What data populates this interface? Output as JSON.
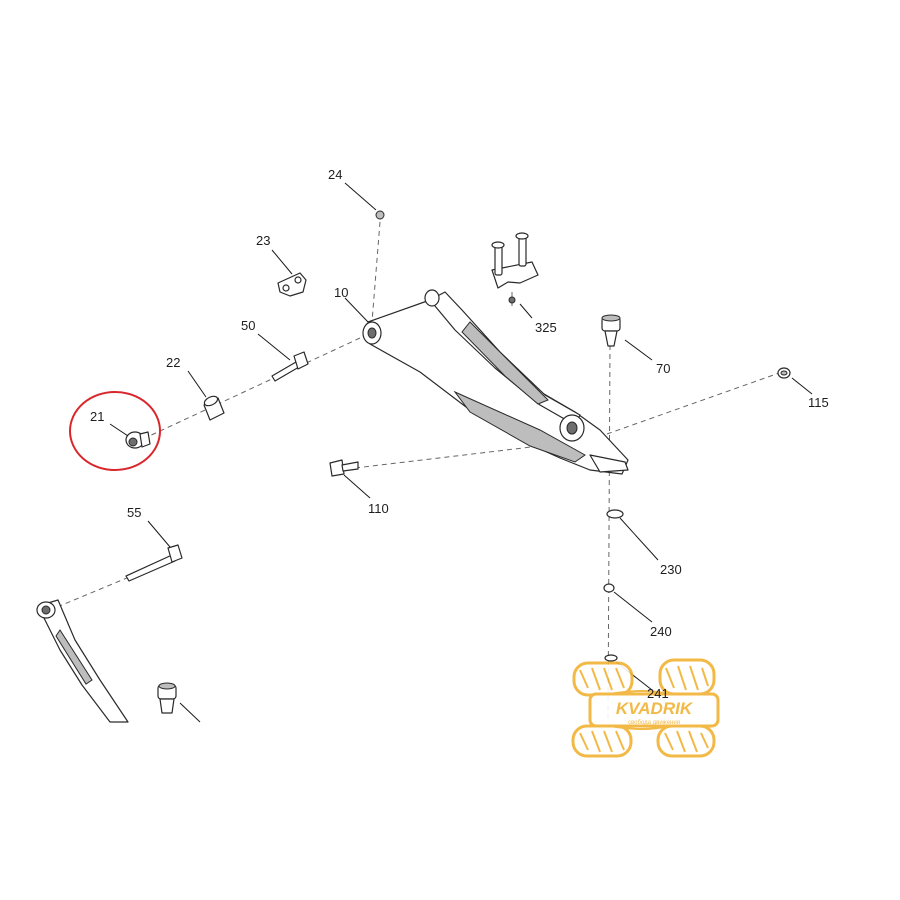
{
  "callouts": {
    "c10": "10",
    "c21": "21",
    "c22": "22",
    "c23": "23",
    "c24": "24",
    "c50": "50",
    "c55": "55",
    "c70": "70",
    "c110": "110",
    "c115": "115",
    "c230": "230",
    "c240": "240",
    "c241": "241",
    "c325": "325"
  },
  "highlight": {
    "part": "21",
    "color": "#d9262b"
  },
  "watermark": {
    "brand": "KVADRIK",
    "tagline": "свобода движения",
    "color": "#f2b233"
  }
}
